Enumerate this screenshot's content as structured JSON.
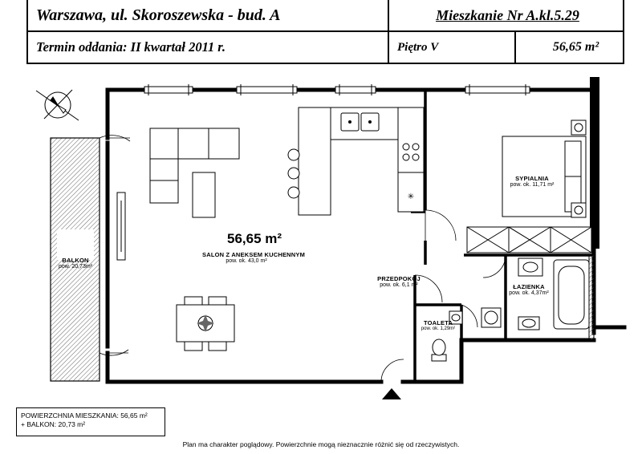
{
  "header": {
    "address": "Warszawa, ul. Skoroszewska - bud. A",
    "apartment": "Mieszkanie Nr A.kl.5.29",
    "completion": "Termin oddania: II kwartał 2011 r.",
    "floor": "Piętro V",
    "total_area": "56,65 m²"
  },
  "plan": {
    "headline_area": "56,65 m²",
    "rooms": {
      "salon": {
        "name": "SALON Z ANEKSEM KUCHENNYM",
        "area": "pow. ok. 43,0 m²"
      },
      "sypialnia": {
        "name": "SYPIALNIA",
        "area": "pow. ok. 11,71 m²"
      },
      "przedpokoj": {
        "name": "PRZEDPOKÓJ",
        "area": "pow. ok. 6,1 m²"
      },
      "lazienka": {
        "name": "ŁAZIENKA",
        "area": "pow. ok. 4,37m²"
      },
      "toaleta": {
        "name": "TOALETA",
        "area": "pow. ok. 1,29m²"
      },
      "balkon": {
        "name": "BALKON",
        "area": "pow. 20,73m²"
      }
    }
  },
  "summary": {
    "line1": "POWIERZCHNIA MIESZKANIA: 56,65 m²",
    "line2": "+ BALKON:  20,73 m²"
  },
  "disclaimer": "Plan ma charakter poglądowy. Powierzchnie mogą nieznacznie różnić się od rzeczywistych.",
  "colors": {
    "line": "#000000",
    "hatch": "#555555",
    "background": "#ffffff"
  }
}
